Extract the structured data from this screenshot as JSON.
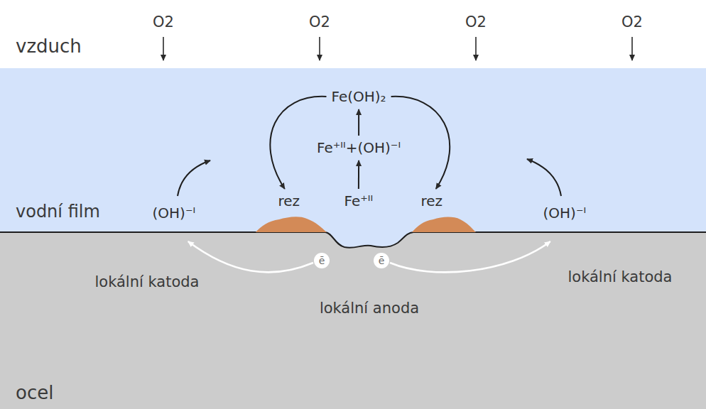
{
  "diagram": {
    "nodes": [
      {
        "text": [
          "vzduch"
        ]
      },
      {
        "text": [
          "vodní film"
        ]
      },
      {
        "text": [
          "Fe(OH)₂"
        ],
        "in": 1
      },
      {
        "text": [
          "Fe⁺ᴵᴵ+(OH)⁻ᴵ"
        ],
        "in": 1
      },
      {
        "text": [
          "(OH)⁻ᴵ"
        ],
        "in": 1
      },
      {
        "text": [
          "rez"
        ],
        "in": 1
      },
      {
        "text": [
          "Fe⁺ᴵᴵ"
        ],
        "in": 1
      },
      {
        "text": [
          "rez"
        ],
        "in": 1
      },
      {
        "text": [
          "(OH)⁻ᴵ"
        ],
        "in": 1
      },
      {
        "text": [
          "ocel"
        ]
      },
      {
        "text": [
          "ē"
        ],
        "in": 9
      },
      {
        "text": [
          "ē"
        ],
        "in": 9
      }
    ],
    "edges": [
      {
        "from": 6,
        "to": 3,
        "arrow": "to"
      },
      {
        "from": 3,
        "to": 2,
        "arrow": "to"
      },
      {
        "from": 2,
        "to": 5,
        "arrow": "to"
      },
      {
        "from": 2,
        "to": 7,
        "arrow": "to"
      },
      {
        "from": 10,
        "to": 4,
        "arrow": "to"
      },
      {
        "from": 11,
        "to": 8,
        "arrow": "to"
      }
    ],
    "labels": [
      "O2",
      "O2",
      "O2",
      "O2",
      "lokální katoda",
      "lokální katoda",
      "lokální anoda"
    ]
  }
}
